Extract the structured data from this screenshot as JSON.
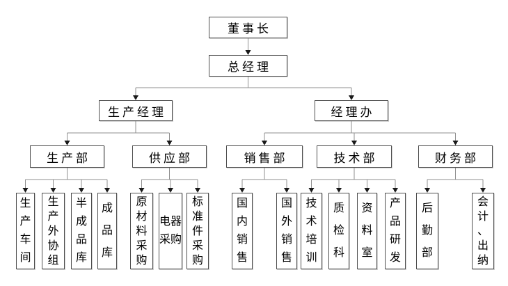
{
  "org": {
    "root": "chairman",
    "colors": {
      "background": "#ffffff",
      "box_border": "#4d4d4d",
      "line": "#8f8f8f",
      "arrow": "#1a1a1a",
      "text": "#000000"
    },
    "nodes": {
      "chairman": {
        "label": "董事长",
        "children": [
          "gm"
        ]
      },
      "gm": {
        "label": "总经理",
        "children": [
          "production-manager",
          "manager-office"
        ]
      },
      "production-manager": {
        "label": "生产经理",
        "children": [
          "production-dept",
          "supply-dept"
        ]
      },
      "manager-office": {
        "label": "经理办",
        "children": [
          "sales-dept",
          "tech-dept",
          "finance-dept"
        ]
      },
      "production-dept": {
        "label": "生产部",
        "children": [
          "workshop",
          "outsourcing-group",
          "semi-finished-warehouse",
          "finished-warehouse"
        ]
      },
      "supply-dept": {
        "label": "供应部",
        "children": [
          "raw-material-purchasing",
          "electric-purchasing",
          "standard-parts-purchasing"
        ]
      },
      "sales-dept": {
        "label": "销售部",
        "children": [
          "domestic-sales",
          "overseas-sales"
        ]
      },
      "tech-dept": {
        "label": "技术部",
        "children": [
          "tech-training",
          "quality-inspection",
          "data-room",
          "product-rd"
        ]
      },
      "finance-dept": {
        "label": "财务部",
        "children": [
          "logistics-dept",
          "accounting-cashier"
        ]
      },
      "workshop": {
        "label": "生产车间"
      },
      "outsourcing-group": {
        "label": "生产外协组"
      },
      "semi-finished-warehouse": {
        "label": "半成品库"
      },
      "finished-warehouse": {
        "label": "成品库"
      },
      "raw-material-purchasing": {
        "label": "原材料采购"
      },
      "electric-purchasing": {
        "label": "电器采购"
      },
      "standard-parts-purchasing": {
        "label": "标准件采购"
      },
      "domestic-sales": {
        "label": "国内销售"
      },
      "overseas-sales": {
        "label": "国外销售"
      },
      "tech-training": {
        "label": "技术培训"
      },
      "quality-inspection": {
        "label": "质检科"
      },
      "data-room": {
        "label": "资料室"
      },
      "product-rd": {
        "label": "产品研发"
      },
      "logistics-dept": {
        "label": "后勤部"
      },
      "accounting-cashier": {
        "label": "会计、出纳"
      }
    }
  }
}
